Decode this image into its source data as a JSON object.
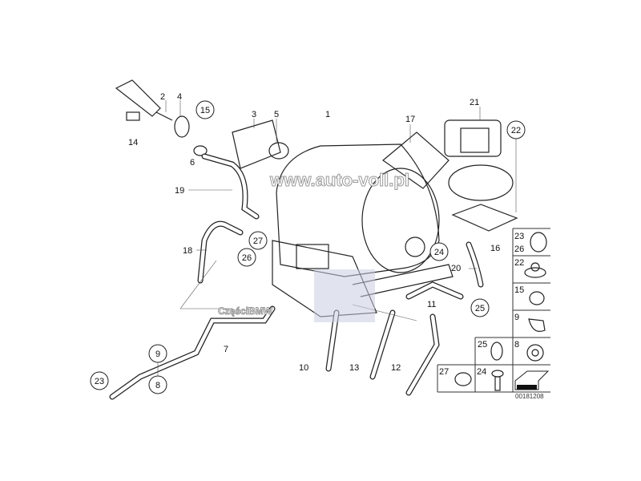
{
  "diagram": {
    "callouts": {
      "l1": "1",
      "l2": "2",
      "l3": "3",
      "l4": "4",
      "l5": "5",
      "l6": "6",
      "l7": "7",
      "l10": "10",
      "l11": "11",
      "l12": "12",
      "l13": "13",
      "l14": "14",
      "l16": "16",
      "l17": "17",
      "l18": "18",
      "l19": "19",
      "l20": "20",
      "l21": "21"
    },
    "circled": {
      "c15": "15",
      "c22": "22",
      "c27": "27",
      "c26": "26",
      "c24": "24",
      "c25": "25",
      "c9": "9",
      "c8": "8",
      "c23": "23"
    },
    "legend": {
      "g23": "23",
      "g26": "26",
      "g22": "22",
      "g15": "15",
      "g9": "9",
      "g25": "25",
      "g8": "8",
      "g27": "27",
      "g24": "24"
    },
    "part_number": "00181208",
    "watermark_url": "www.auto-voll.pl",
    "watermark_brand": "CzęściBMW"
  }
}
